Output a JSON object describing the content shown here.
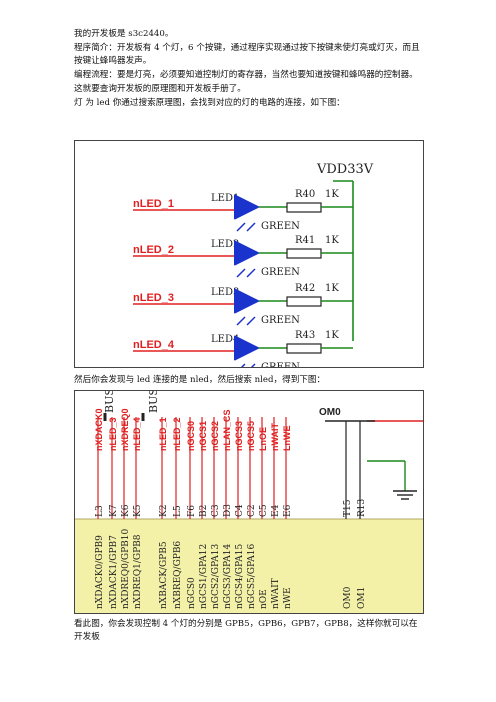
{
  "text": {
    "line1": "我的开发板是 s3c2440。",
    "line2": "程序简介：开发板有 4 个灯，6 个按键，通过程序实现通过按下按键来使灯亮或灯灭，而且",
    "line3": "按键让蜂鸣器发声。",
    "line4": "编程流程：要是灯亮，必须要知道控制灯的寄存器，当然也要知道按键和蜂鸣器的控制器。",
    "line5": "这就要查询开发板的原理图和开发板手册了。",
    "line6": "灯 为 led 你通过搜索原理图，会找到对应的灯的电路的连接，如下图：",
    "line7": "然后你会发现与 led 连接的是 nled，然后搜索 nled，得到下图：",
    "line8": "看此图，你会发现控制 4 个灯的分别是 GPB5，GPB6，GPB7，GPB8，这样你就可以在开发板"
  },
  "figure1": {
    "power": "VDD33V",
    "rows": [
      {
        "net": "nLED_1",
        "led": "LED1",
        "res": "R40",
        "k": "1K",
        "name": "GREEN"
      },
      {
        "net": "nLED_2",
        "led": "LED2",
        "res": "R41",
        "k": "1K",
        "name": "GREEN"
      },
      {
        "net": "nLED_3",
        "led": "LED3",
        "res": "R42",
        "k": "1K",
        "name": "GREEN"
      },
      {
        "net": "nLED_4",
        "led": "LED4",
        "res": "R43",
        "k": "1K",
        "name": "GREEN"
      }
    ]
  },
  "figure2": {
    "bus_labels": [
      "BUS",
      "BUS"
    ],
    "om_label": "OM0",
    "pins": [
      {
        "num": "L3",
        "sig": "nXDACK0",
        "port": "nXDACK0/GPB9",
        "color": "#e02020"
      },
      {
        "num": "K7",
        "sig": "nLED_3",
        "port": "nXDACK1/GPB7",
        "color": "#e02020"
      },
      {
        "num": "K6",
        "sig": "nXDREQ0",
        "port": "nXDREQ0/GPB10",
        "color": "#e02020"
      },
      {
        "num": "K5",
        "sig": "nLED_4",
        "port": "nXDREQ1/GPB8",
        "color": "#e02020"
      },
      {
        "num": "K2",
        "sig": "nLED_1",
        "port": "nXBACK/GPB5",
        "color": "#e02020"
      },
      {
        "num": "L5",
        "sig": "nLED_2",
        "port": "nXBREQ/GPB6",
        "color": "#e02020"
      },
      {
        "num": "F6",
        "sig": "nGCS0",
        "port": "nGCS0",
        "color": "#e02020"
      },
      {
        "num": "B2",
        "sig": "nGCS1",
        "port": "nGCS1/GPA12",
        "color": "#e02020"
      },
      {
        "num": "C3",
        "sig": "nGCS2",
        "port": "nGCS2/GPA13",
        "color": "#e02020"
      },
      {
        "num": "D3",
        "sig": "nLAN_CS",
        "port": "nGCS3/GPA14",
        "color": "#e02020"
      },
      {
        "num": "C4",
        "sig": "nGCS3",
        "port": "nGCS4/GPA15",
        "color": "#e02020"
      },
      {
        "num": "C2",
        "sig": "nGCS5",
        "port": "nGCS5/GPA16",
        "color": "#e02020"
      },
      {
        "num": "C5",
        "sig": "LnOE",
        "port": "nOE",
        "color": "#e02020"
      },
      {
        "num": "E4",
        "sig": "nWAIT",
        "port": "nWAIT",
        "color": "#e02020"
      },
      {
        "num": "E6",
        "sig": "LnWE",
        "port": "nWE",
        "color": "#e02020"
      },
      {
        "num": "T15",
        "sig": "",
        "port": "OM0",
        "color": "#e02020"
      },
      {
        "num": "R13",
        "sig": "",
        "port": "OM1",
        "color": "#e02020"
      }
    ]
  },
  "colors": {
    "wire_red": "#e02020",
    "led_blue": "#1a33cc",
    "green_wire": "#1a8a1a",
    "chip_fill": "#f3f0a8"
  }
}
